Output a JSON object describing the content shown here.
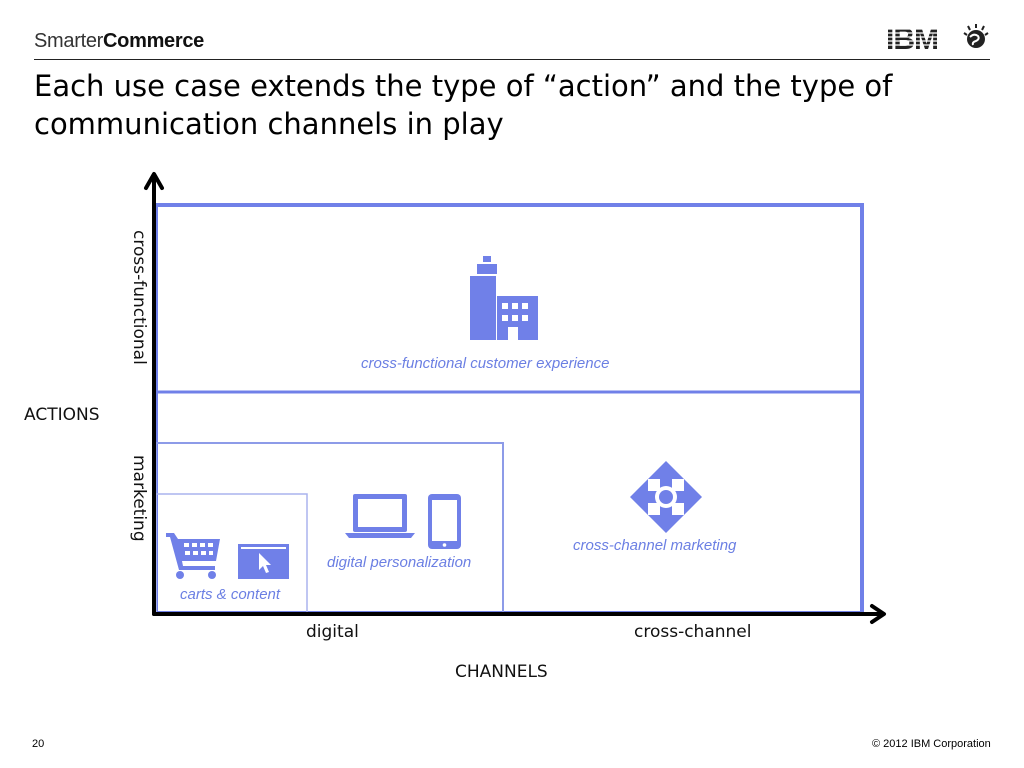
{
  "header": {
    "brand_part1": "Smarter",
    "brand_part2": "Commerce",
    "logo_text": "IBM"
  },
  "title": "Each use case extends the type of “action” and the type of communication channels in play",
  "diagram": {
    "y_axis": {
      "title": "ACTIONS",
      "levels": [
        "cross-functional",
        "marketing"
      ]
    },
    "x_axis": {
      "title": "CHANNELS",
      "levels": [
        "digital",
        "cross-channel"
      ]
    },
    "regions": [
      {
        "label": "cross-functional customer experience",
        "icon": "building-icon"
      },
      {
        "label": "cross-channel marketing",
        "icon": "network-arrows-icon"
      },
      {
        "label": "digital personalization",
        "icon": "laptop-tablet-icon"
      },
      {
        "label": "carts & content",
        "icon": "cart-browser-icon"
      }
    ],
    "accent_color": "#7080e8"
  },
  "footer": {
    "page_number": "20",
    "copyright": "© 2012 IBM Corporation"
  }
}
